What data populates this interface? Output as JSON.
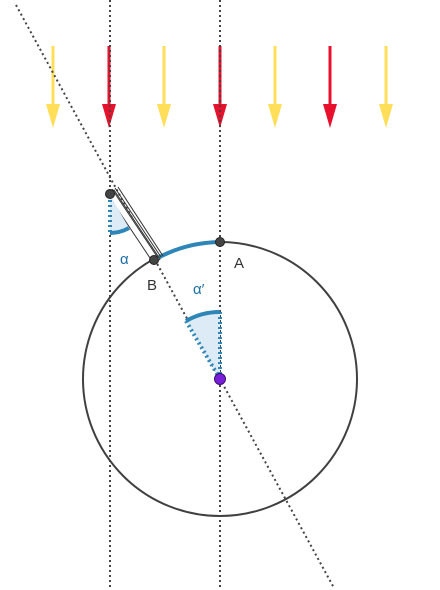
{
  "labels": {
    "point_a": "A",
    "point_b": "B",
    "angle_alpha": "α",
    "angle_alpha_prime": "α′"
  },
  "colors": {
    "ray_yellow": "#ffdf5a",
    "ray_red": "#e8112d",
    "arc_blue": "#2e86b8",
    "angle_fill": "#dcebf5",
    "circle": "#404040",
    "center_point": "#7a1fd8",
    "guide_line": "#444444"
  },
  "sun_rays": [
    "yellow",
    "red",
    "yellow",
    "red",
    "yellow",
    "red",
    "yellow"
  ]
}
